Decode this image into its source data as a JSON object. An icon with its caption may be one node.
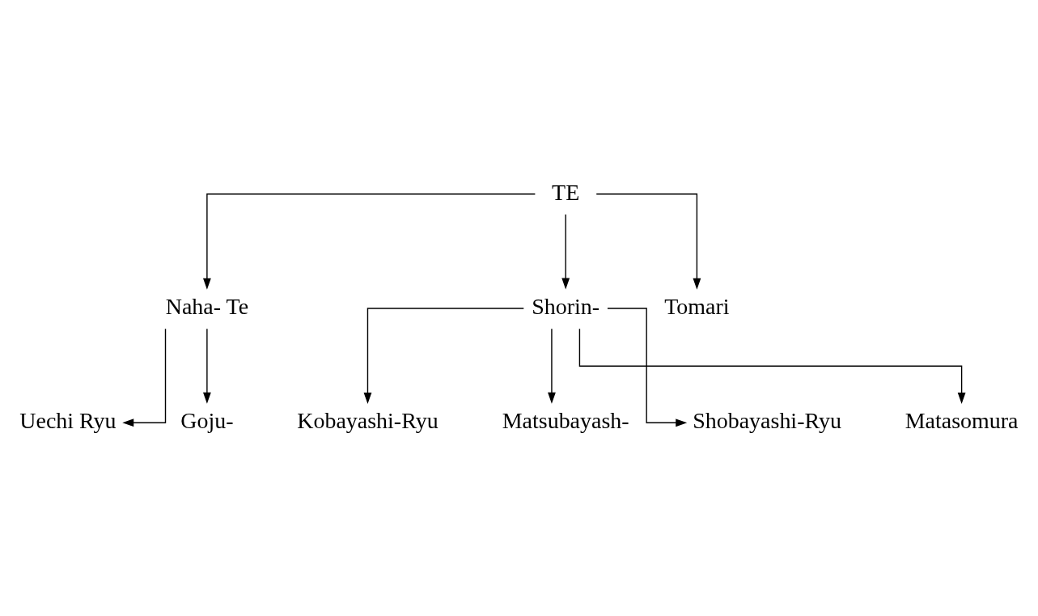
{
  "diagram": {
    "nodes": [
      {
        "text": [
          "TE"
        ]
      },
      {
        "text": [
          "Naha- Te"
        ]
      },
      {
        "text": [
          "Shorin-"
        ]
      },
      {
        "text": [
          "Tomari"
        ]
      },
      {
        "text": [
          "Uechi Ryu"
        ]
      },
      {
        "text": [
          "Goju-"
        ]
      },
      {
        "text": [
          "Kobayashi-Ryu"
        ]
      },
      {
        "text": [
          "Matsubayash-"
        ]
      },
      {
        "text": [
          "Shobayashi-Ryu"
        ]
      },
      {
        "text": [
          "Matasomura"
        ]
      }
    ],
    "edges": [
      {
        "from": 0,
        "to": 1,
        "arrow": "to"
      },
      {
        "from": 0,
        "to": 2,
        "arrow": "to"
      },
      {
        "from": 0,
        "to": 3,
        "arrow": "to"
      },
      {
        "from": 1,
        "to": 4,
        "arrow": "to"
      },
      {
        "from": 1,
        "to": 5,
        "arrow": "to"
      },
      {
        "from": 2,
        "to": 6,
        "arrow": "to"
      },
      {
        "from": 2,
        "to": 7,
        "arrow": "to"
      },
      {
        "from": 2,
        "to": 8,
        "arrow": "to"
      },
      {
        "from": 2,
        "to": 9,
        "arrow": "to"
      }
    ]
  }
}
